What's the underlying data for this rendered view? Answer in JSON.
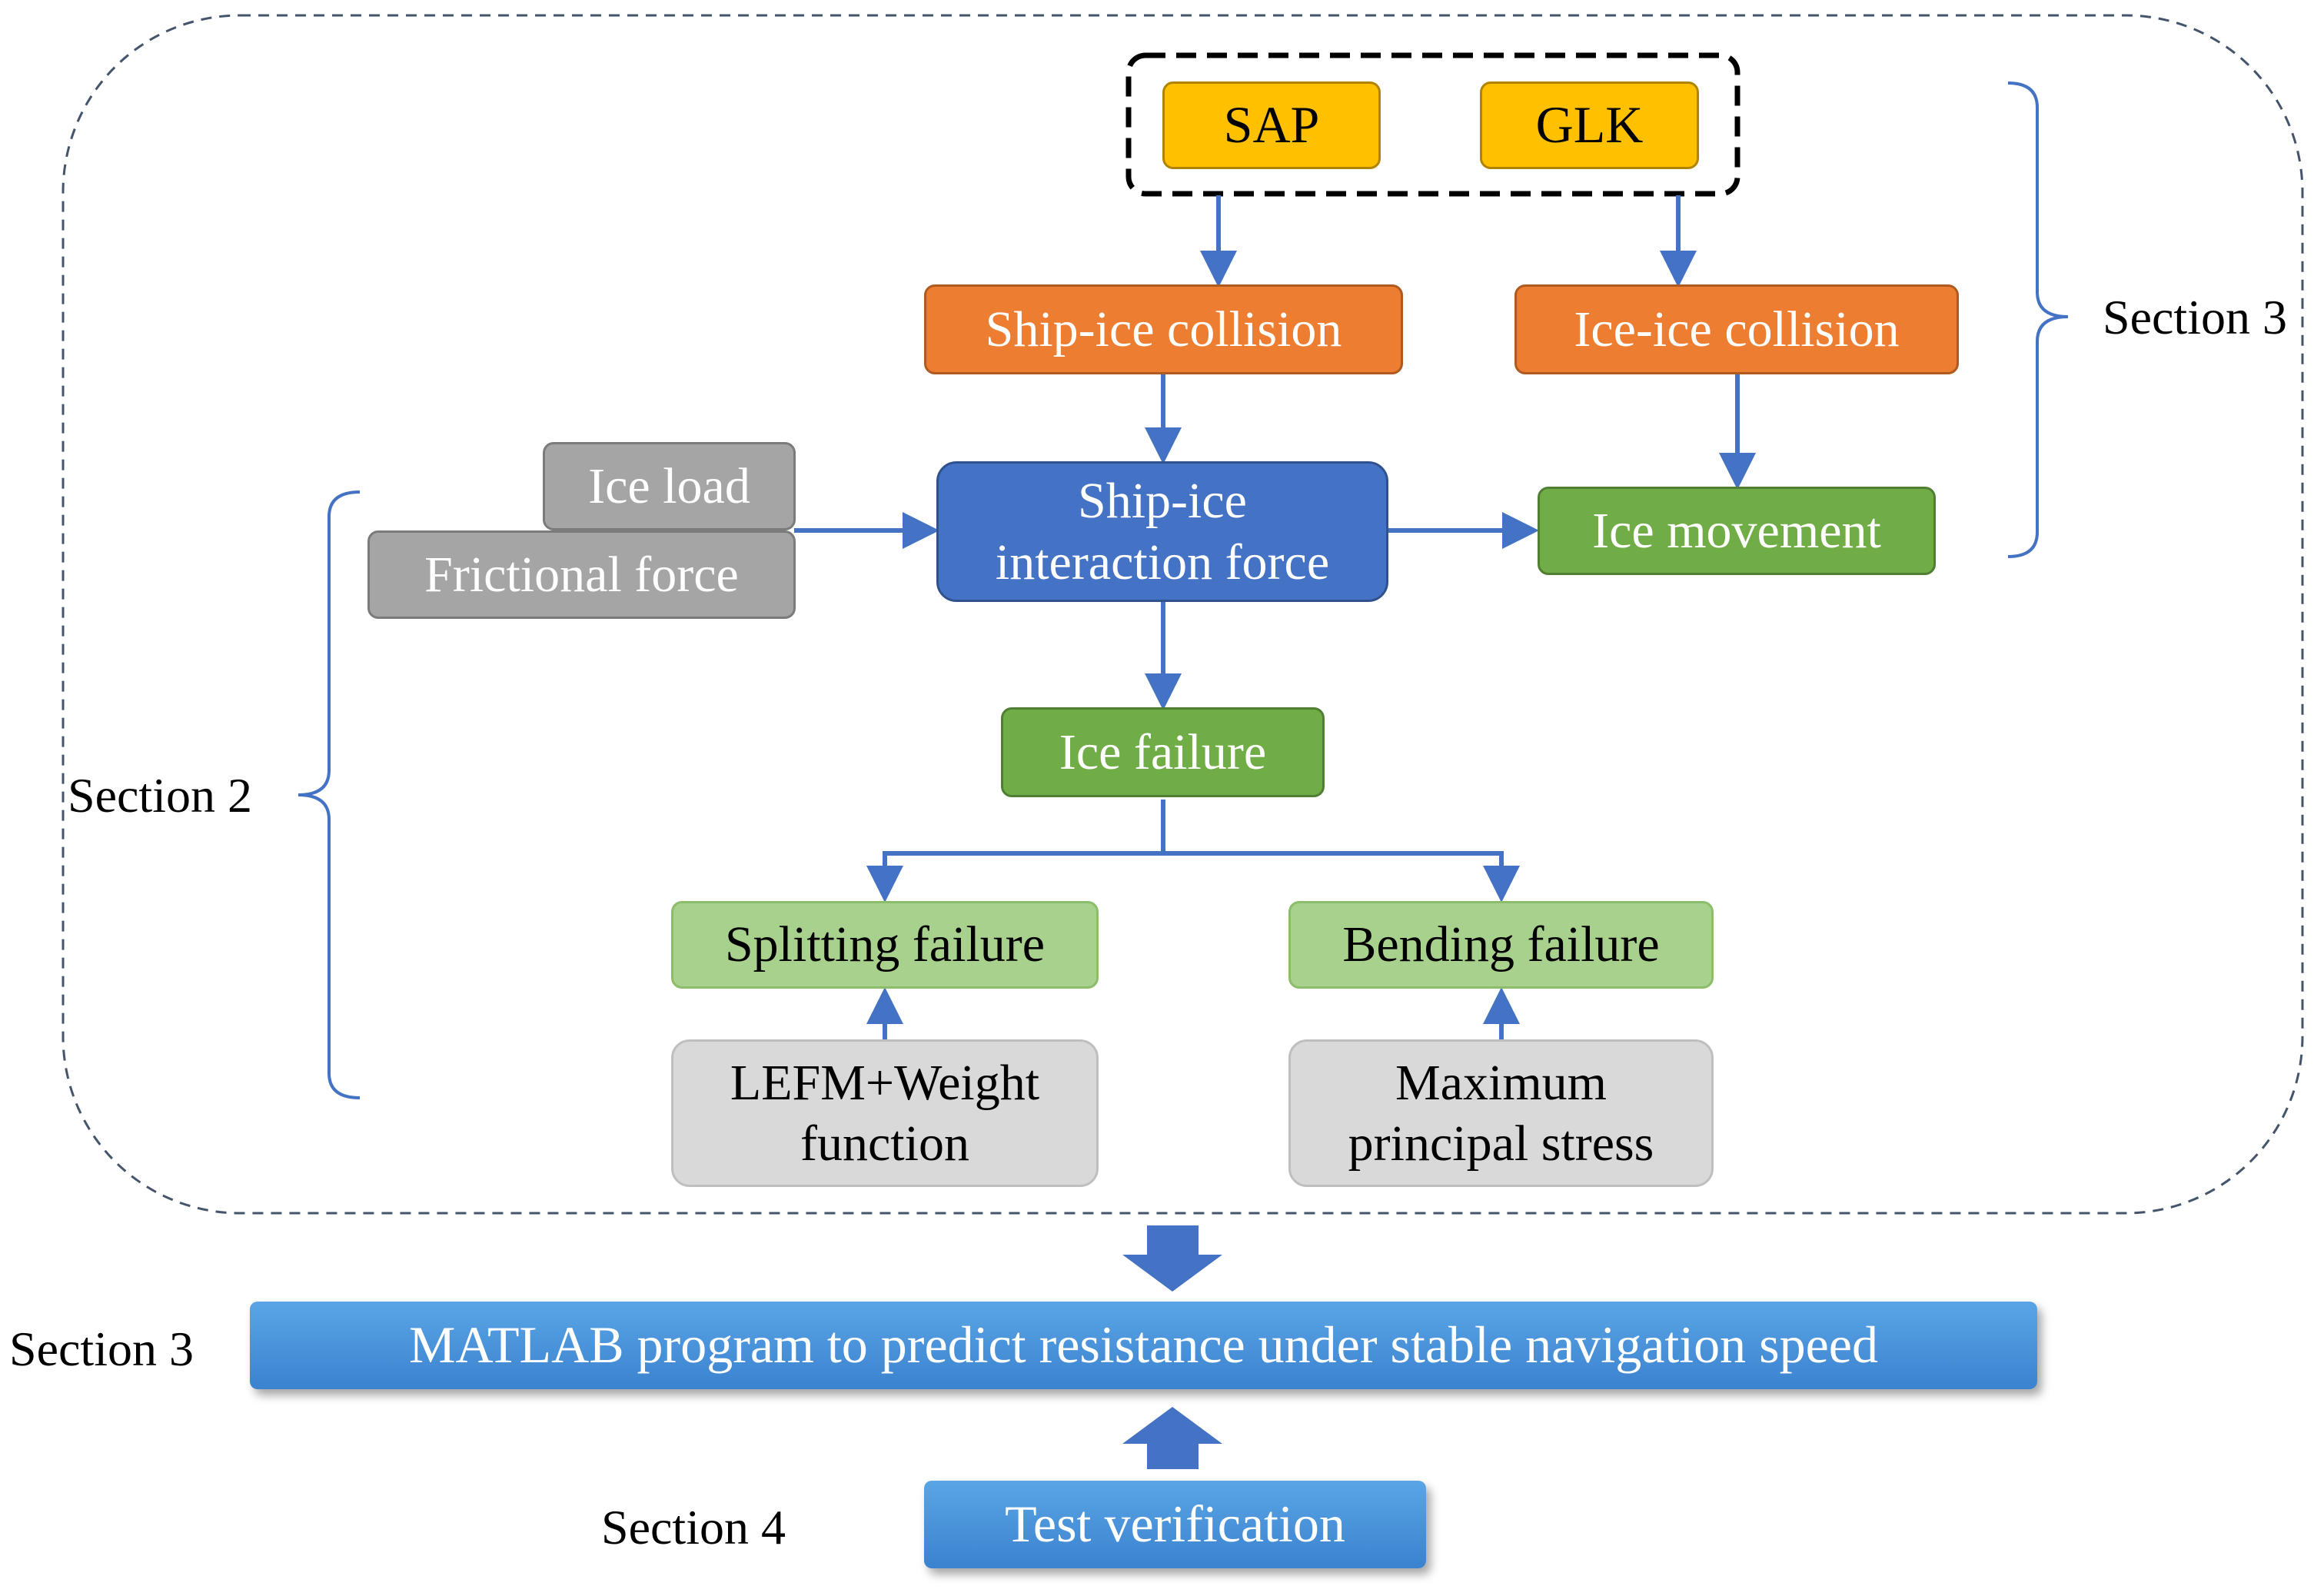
{
  "nodes": {
    "sap": "SAP",
    "glk": "GLK",
    "ship_ice_collision": "Ship-ice collision",
    "ice_ice_collision": "Ice-ice collision",
    "ice_load": "Ice load",
    "frictional_force": "Frictional force",
    "interaction_force_line1": "Ship-ice",
    "interaction_force_line2": "interaction force",
    "ice_movement": "Ice movement",
    "ice_failure": "Ice failure",
    "splitting_failure": "Splitting failure",
    "bending_failure": "Bending failure",
    "lefm_line1": "LEFM+Weight",
    "lefm_line2": "function",
    "max_stress_line1": "Maximum",
    "max_stress_line2": "principal stress",
    "matlab_program": "MATLAB program to predict resistance under stable navigation speed",
    "test_verification": "Test verification"
  },
  "section_labels": {
    "right_brace": "Section 3",
    "left_brace": "Section 2",
    "matlab_row": "Section 3",
    "test_row": "Section 4"
  },
  "colors": {
    "connector": "#4472c4",
    "big_arrow": "#4472c4",
    "brace": "#4472c4",
    "dashed_outline": "#44546a"
  }
}
